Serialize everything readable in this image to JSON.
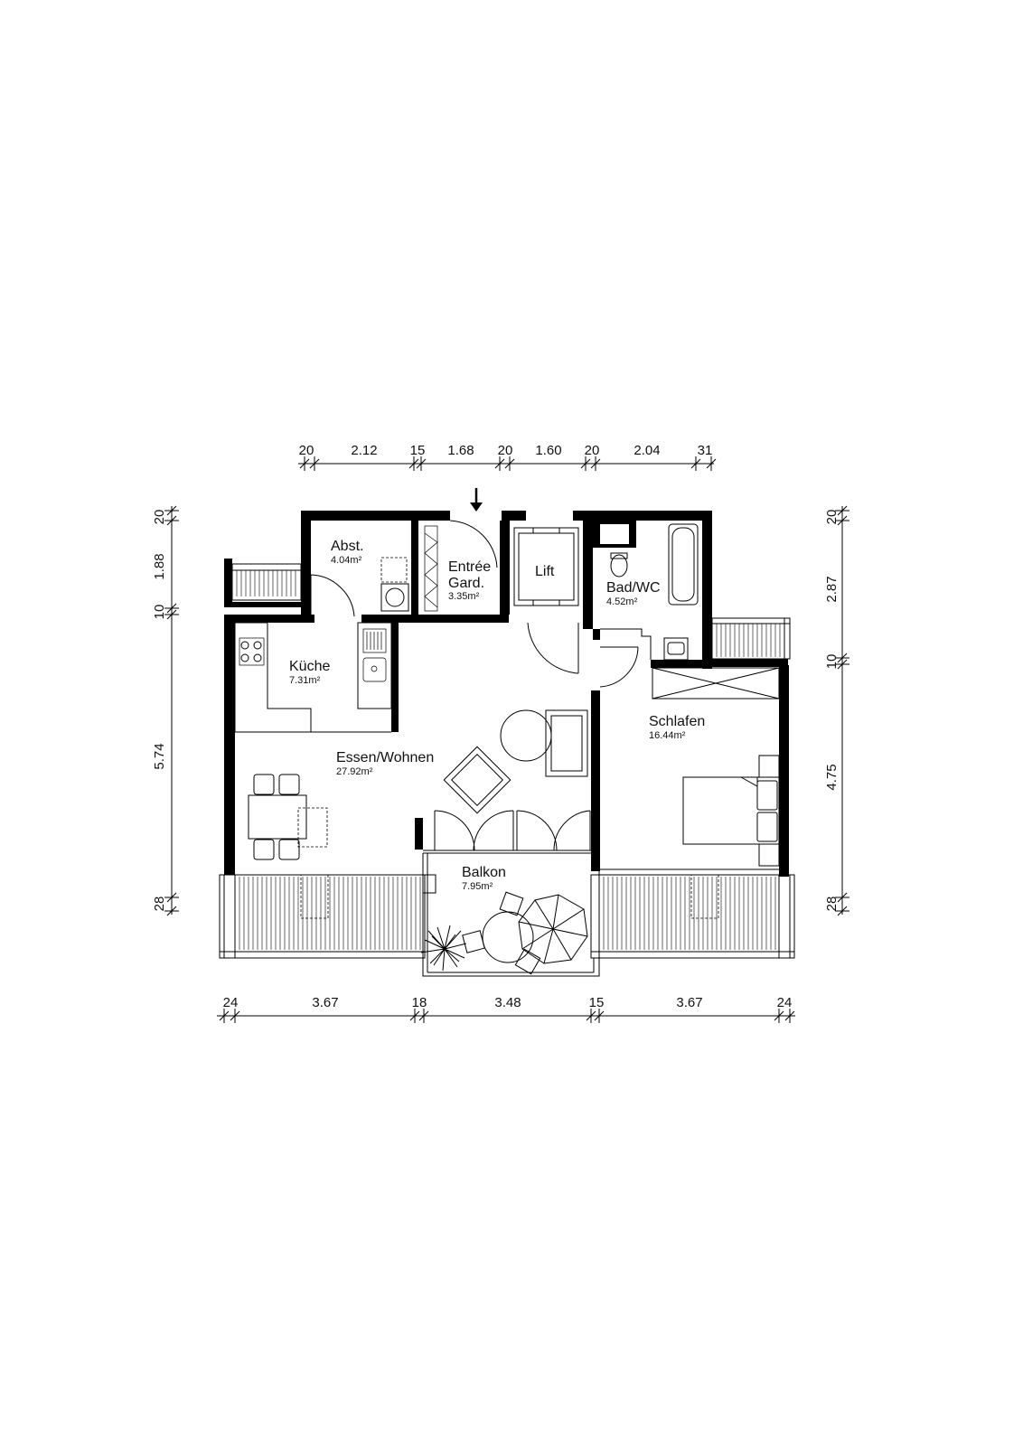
{
  "dimensions": {
    "top": [
      "20",
      "2.12",
      "15",
      "1.68",
      "20",
      "1.60",
      "20",
      "2.04",
      "31"
    ],
    "bottom": [
      "24",
      "3.67",
      "18",
      "3.48",
      "15",
      "3.67",
      "24"
    ],
    "left": [
      "20",
      "1.88",
      "10",
      "5.74",
      "28"
    ],
    "right": [
      "20",
      "2.87",
      "10",
      "4.75",
      "28"
    ]
  },
  "rooms": {
    "abst": {
      "name": "Abst.",
      "area": "4.04m²"
    },
    "entree": {
      "name": "Entrée",
      "name2": "Gard.",
      "area": "3.35m²"
    },
    "lift": {
      "name": "Lift"
    },
    "bad": {
      "name": "Bad/WC",
      "area": "4.52m²"
    },
    "kueche": {
      "name": "Küche",
      "area": "7.31m²"
    },
    "essen": {
      "name": "Essen/Wohnen",
      "area": "27.92m²"
    },
    "schlafen": {
      "name": "Schlafen",
      "area": "16.44m²"
    },
    "balkon": {
      "name": "Balkon",
      "area": "7.95m²"
    }
  }
}
